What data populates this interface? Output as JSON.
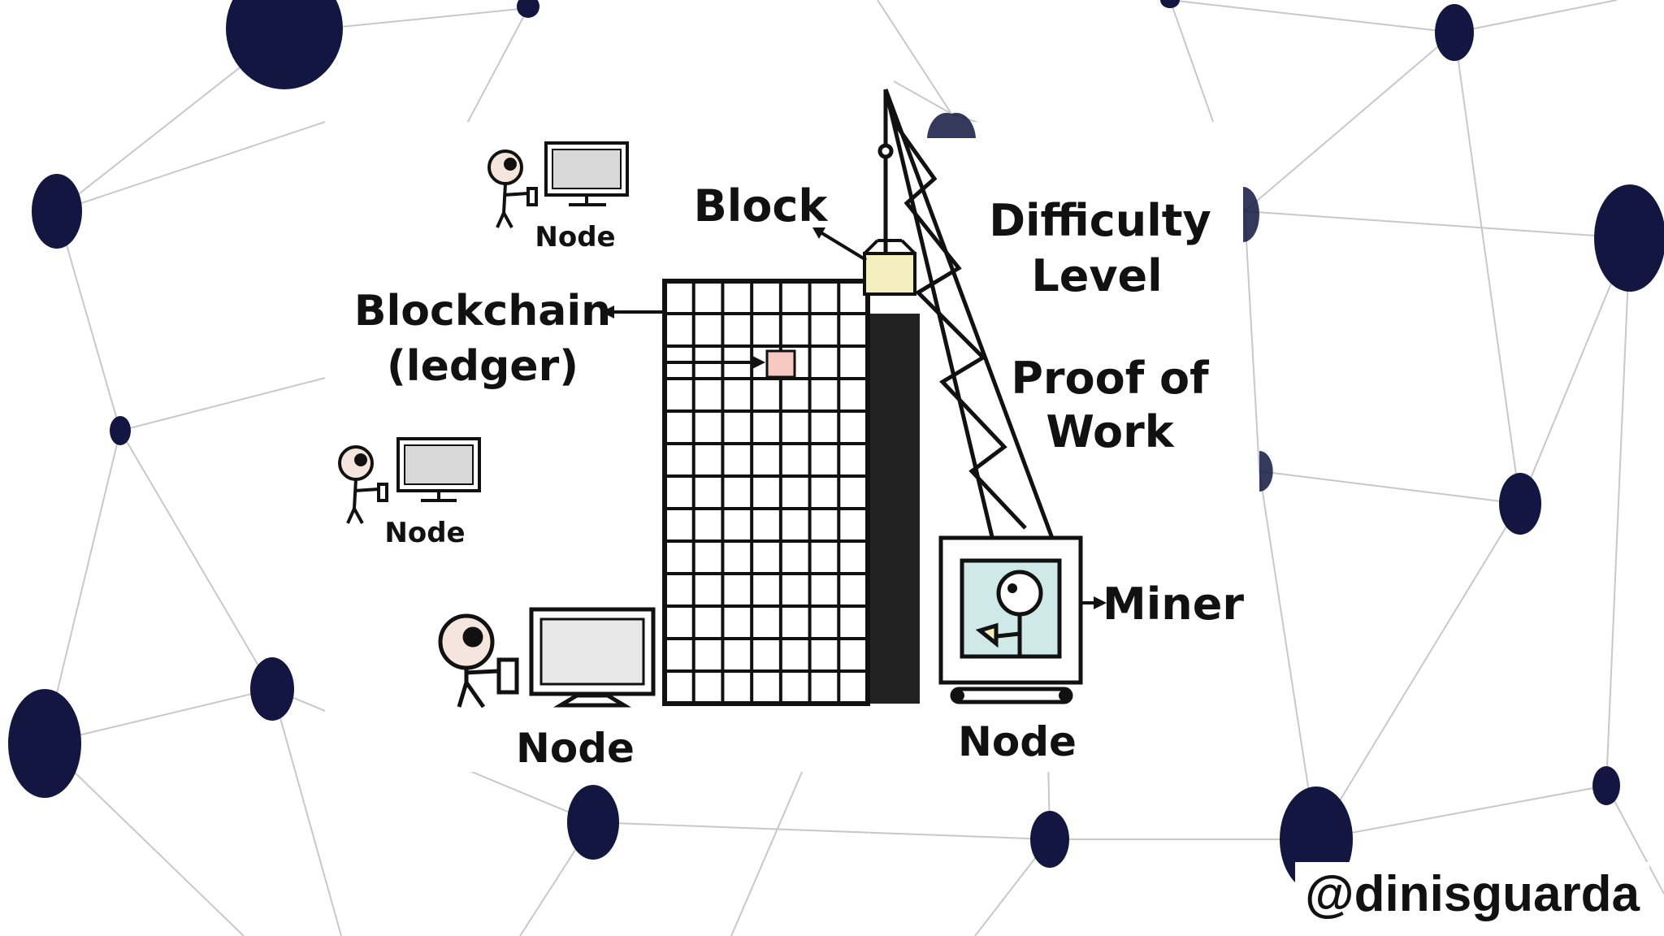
{
  "labels": {
    "block": "Block",
    "blockchain": "Blockchain",
    "ledger": "(ledger)",
    "difficulty_line1": "Difficulty",
    "difficulty_line2": "Level",
    "pow_line1": "Proof of",
    "pow_line2": "Work",
    "miner": "Miner",
    "node": "Node"
  },
  "handle": "@dinisguarda",
  "colors": {
    "network_node": "#121640",
    "network_line": "#c8c8c8",
    "ink": "#111111",
    "block_fill": "#f3efbf",
    "highlight_cell": "#f6c9c1",
    "miner_window": "#cfe8e8"
  }
}
